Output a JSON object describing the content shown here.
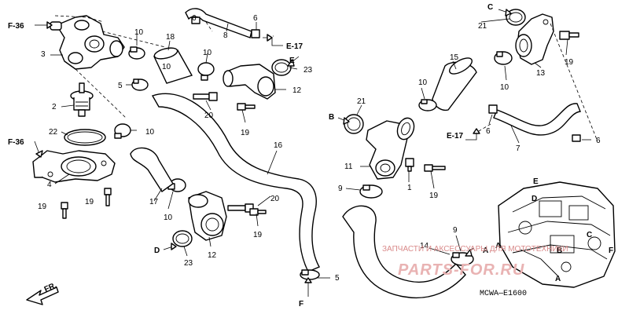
{
  "part_numbers": {
    "p1": "1",
    "p2": "2",
    "p3": "3",
    "p4": "4",
    "p5a": "5",
    "p5b": "5",
    "p6a": "6",
    "p6b": "6",
    "p6c": "6",
    "p6d": "6",
    "p7": "7",
    "p8": "8",
    "p9a": "9",
    "p9b": "9",
    "p10a": "10",
    "p10b": "10",
    "p10c": "10",
    "p10d": "10",
    "p10e": "10",
    "p10f": "10",
    "p10g": "10",
    "p11": "11",
    "p12a": "12",
    "p12b": "12",
    "p13": "13",
    "p14": "14",
    "p15": "15",
    "p16": "16",
    "p17": "17",
    "p18": "18",
    "p19a": "19",
    "p19b": "19",
    "p19c": "19",
    "p19d": "19",
    "p19e": "19",
    "p19f": "19",
    "p20a": "20",
    "p20b": "20",
    "p21a": "21",
    "p21b": "21",
    "p22": "22",
    "p23a": "23",
    "p23b": "23"
  },
  "references": {
    "f36a": "F-36",
    "f36b": "F-36",
    "e17a": "E-17",
    "e17b": "E-17",
    "ref_a1": "A",
    "ref_a2": "A",
    "ref_a3": "A",
    "ref_b1": "B",
    "ref_b2": "B",
    "ref_c1": "C",
    "ref_c2": "C",
    "ref_d1": "D",
    "ref_d2": "D",
    "ref_e1": "E",
    "ref_e2": "E",
    "ref_f1": "F",
    "ref_f2": "F"
  },
  "front_indicator": "FR.",
  "diagram_code": "MCWA—E1600",
  "watermark": {
    "line1": "ЗАПЧАСТИ И АКСЕССУАРЫ ДЛЯ МОТОТЕХНИКИ",
    "line2": "PARTS-FOR.RU"
  },
  "colors": {
    "ink": "#000000",
    "watermark": "#e9b3b3",
    "background": "#ffffff"
  }
}
